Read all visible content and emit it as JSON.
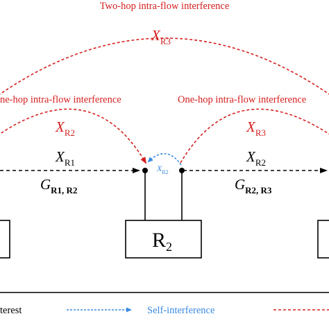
{
  "labels": {
    "two_hop": "Two-hop intra-flow interference",
    "one_hop_left": "ne-hop intra-flow interference",
    "one_hop_right": "One-hop intra-flow interference"
  },
  "symbols": {
    "x_main": "X",
    "g_main": "G",
    "r3_top_sub": "R3",
    "r2_left_red_sub": "R2",
    "r3_right_red_sub": "R3",
    "r1_sub": "R1",
    "r2_sub": "R2",
    "self_sub": "R2",
    "g_left_sub": "R1, R2",
    "g_right_sub": "R2, R3"
  },
  "nodes": {
    "center_label": "R",
    "center_sub": "2"
  },
  "legend": {
    "interest": "terest",
    "self": "Self-interference"
  },
  "colors": {
    "interference": "#d42020",
    "self_interference": "#3a8ae0",
    "primary": "#000000"
  }
}
